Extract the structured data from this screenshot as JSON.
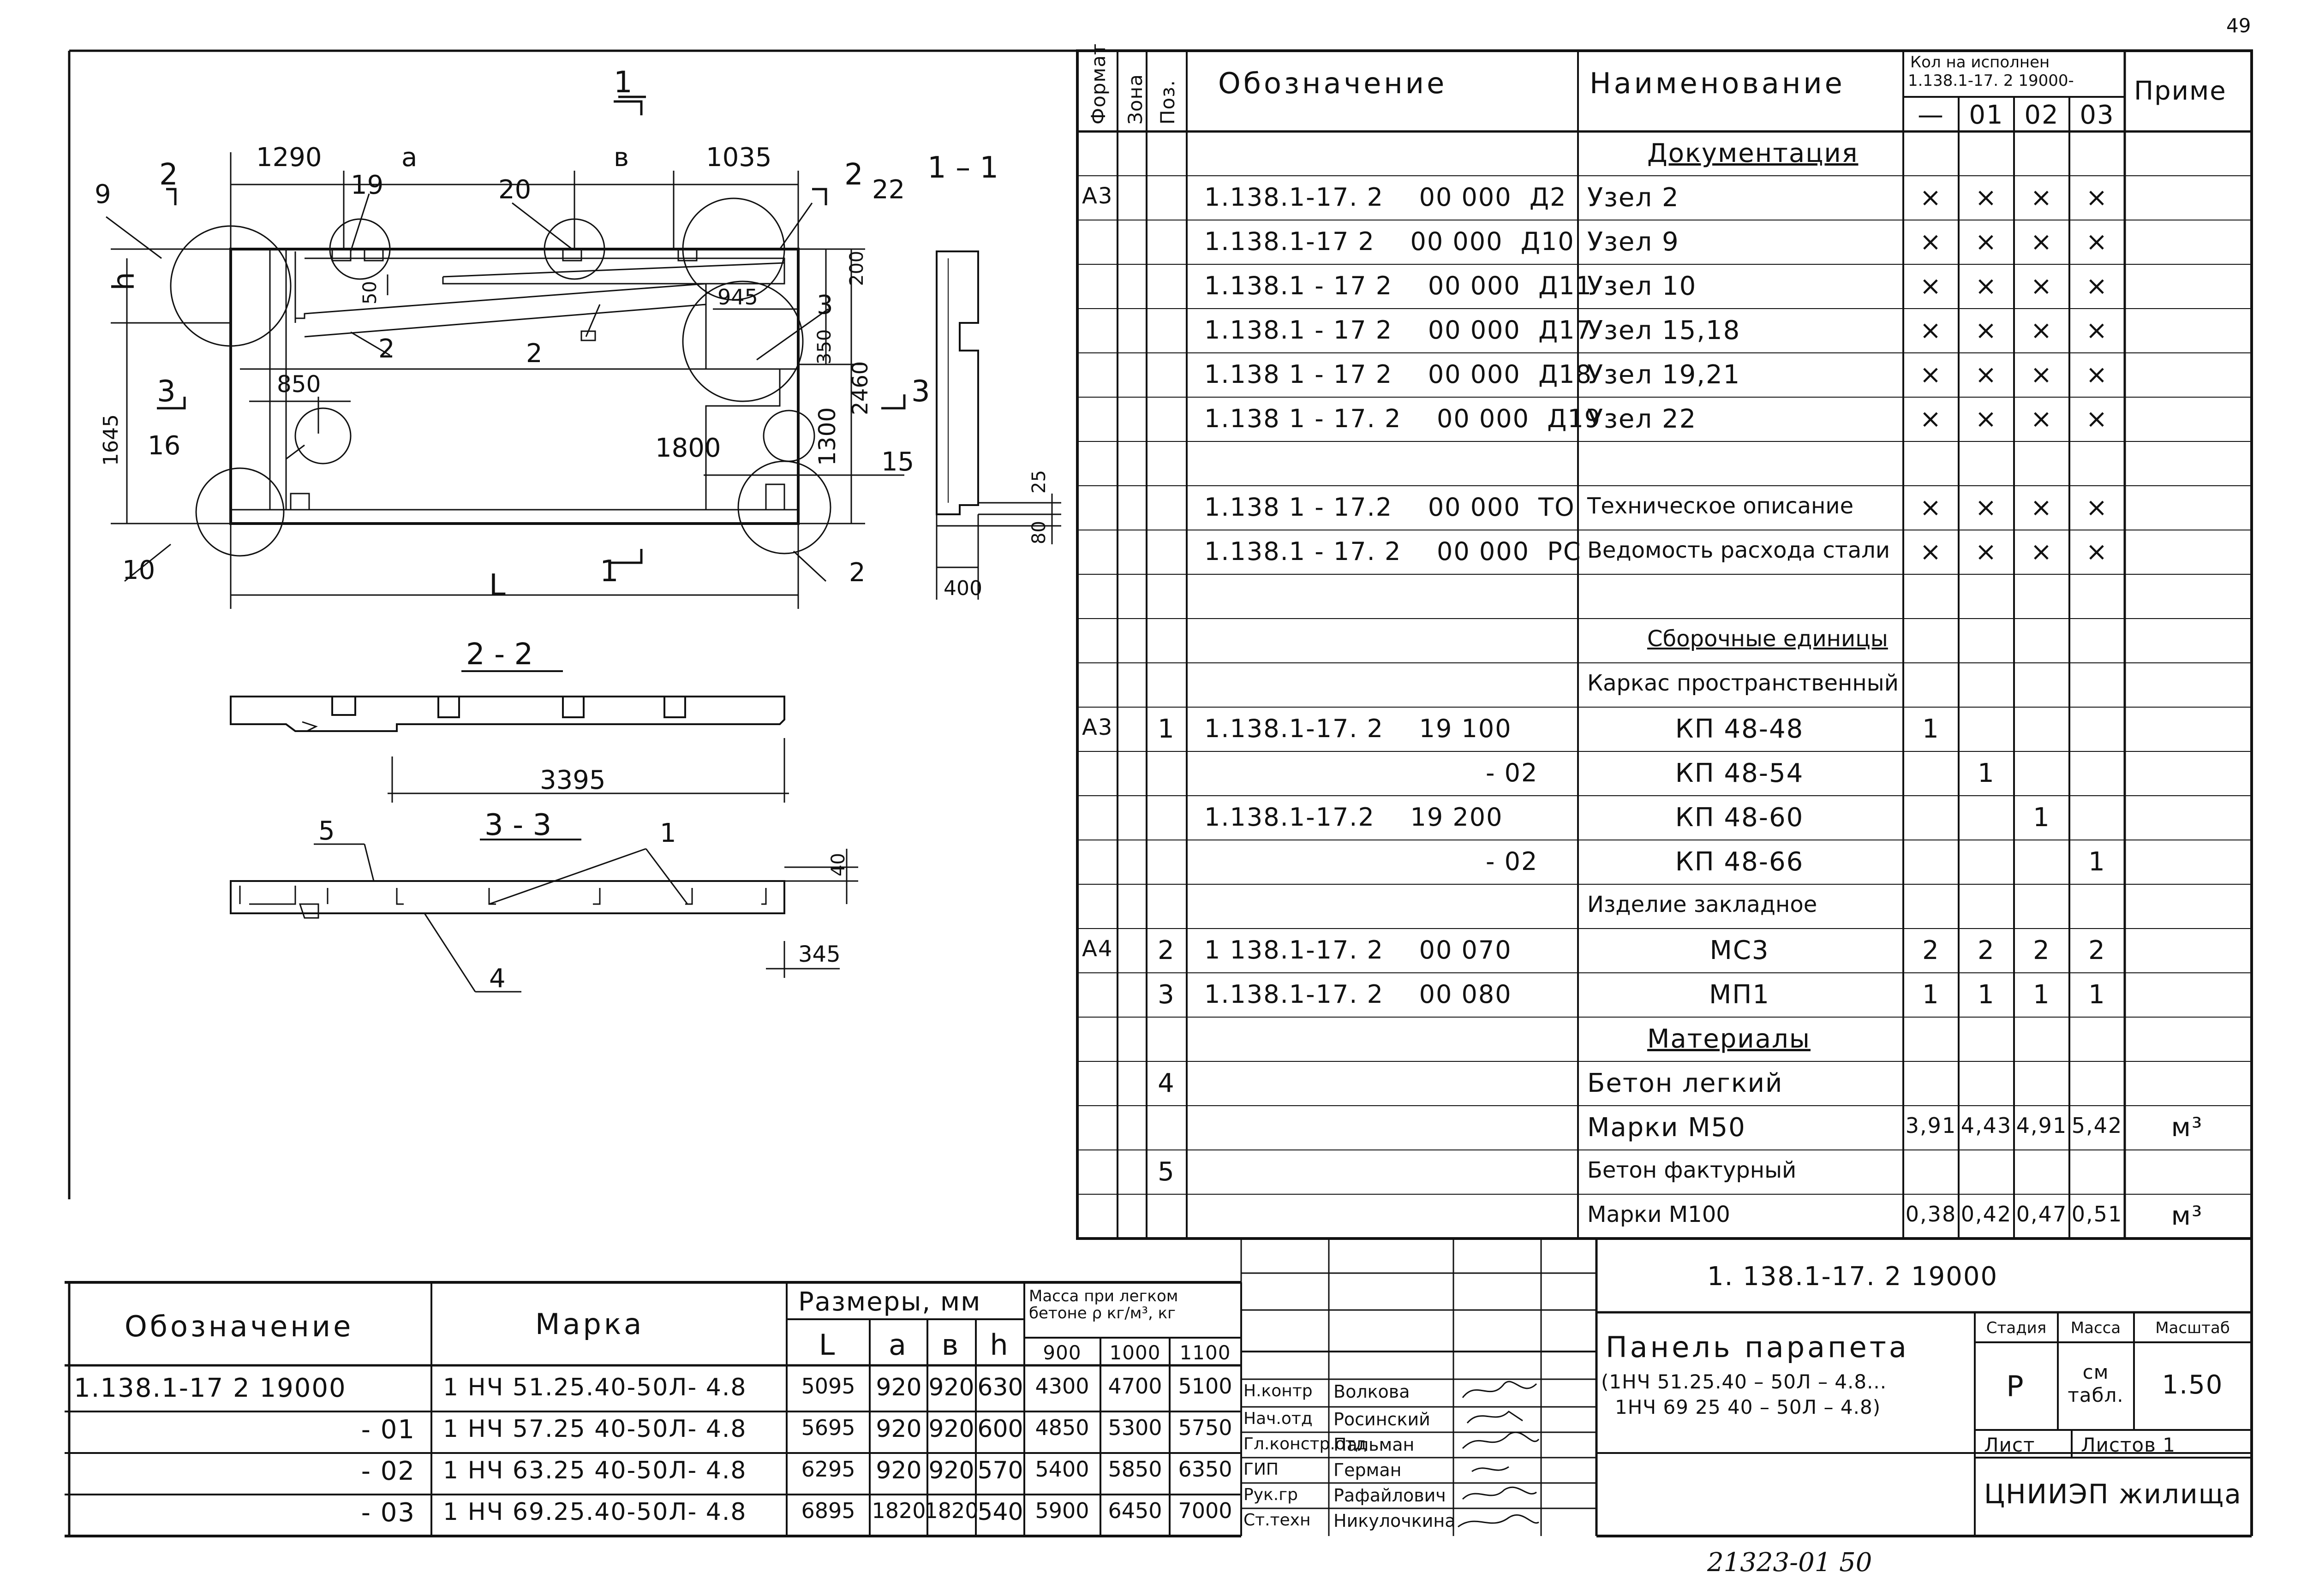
{
  "page_number": "49",
  "drawing": {
    "dims": {
      "d1290": "1290",
      "a": "a",
      "b": "в",
      "d1035": "1035",
      "d945": "945",
      "d200": "200",
      "d50": "50",
      "d850": "850",
      "d350": "350",
      "d1300": "1300",
      "d2460": "2460",
      "d1645": "1645",
      "d1800": "1800",
      "h": "h",
      "L": "L",
      "d25": "25",
      "d80": "80",
      "d400": "400",
      "d3395": "3395",
      "d40": "40",
      "d345": "345"
    },
    "labels": {
      "p1": "1",
      "p2": "2",
      "p3": "3",
      "p4": "4",
      "p5": "5",
      "p9": "9",
      "p10": "10",
      "p15": "15",
      "p16": "16",
      "p19": "19",
      "p20": "20",
      "p22": "22"
    },
    "sections": {
      "s11": "1 – 1",
      "s22": "2 - 2",
      "s33": "3 - 3",
      "cut1": "1",
      "cut2": "2",
      "cut3": "3"
    }
  },
  "spec": {
    "headers": {
      "format": "Формат",
      "zone": "Зона",
      "pos": "Поз.",
      "designation": "Обозначение",
      "name": "Наименование",
      "qty_title_1": "Кол на исполнен",
      "qty_title_2": "1.138.1-17. 2 19000-",
      "note": "Приме",
      "col_dash": "—",
      "col_01": "01",
      "col_02": "02",
      "col_03": "03"
    },
    "rows": [
      {
        "format": "",
        "pos": "",
        "des": "",
        "name": "Документация",
        "c": [
          "",
          "",
          "",
          ""
        ]
      },
      {
        "format": "А3",
        "pos": "",
        "des": "1.138.1-17. 2    00 000  Д2",
        "name": "Узел 2",
        "c": [
          "×",
          "×",
          "×",
          "×"
        ]
      },
      {
        "format": "",
        "pos": "",
        "des": "1.138.1-17 2    00 000  Д10",
        "name": "Узел 9",
        "c": [
          "×",
          "×",
          "×",
          "×"
        ]
      },
      {
        "format": "",
        "pos": "",
        "des": "1.138.1 - 17 2    00 000  Д11",
        "name": "Узел 10",
        "c": [
          "×",
          "×",
          "×",
          "×"
        ]
      },
      {
        "format": "",
        "pos": "",
        "des": "1.138.1 - 17 2    00 000  Д17",
        "name": "Узел 15,18",
        "c": [
          "×",
          "×",
          "×",
          "×"
        ]
      },
      {
        "format": "",
        "pos": "",
        "des": "1.138 1 - 17 2    00 000  Д18",
        "name": "Узел 19,21",
        "c": [
          "×",
          "×",
          "×",
          "×"
        ]
      },
      {
        "format": "",
        "pos": "",
        "des": "1.138 1 - 17. 2    00 000  Д19",
        "name": "Узел 22",
        "c": [
          "×",
          "×",
          "×",
          "×"
        ]
      },
      {
        "format": "",
        "pos": "",
        "des": "",
        "name": "",
        "c": [
          "",
          "",
          "",
          ""
        ]
      },
      {
        "format": "",
        "pos": "",
        "des": "1.138 1 - 17.2    00 000  ТО",
        "name": "Техническое описание",
        "c": [
          "×",
          "×",
          "×",
          "×"
        ]
      },
      {
        "format": "",
        "pos": "",
        "des": "1.138.1 - 17. 2    00 000  РС",
        "name": "Ведомость расхода стали",
        "c": [
          "×",
          "×",
          "×",
          "×"
        ]
      },
      {
        "format": "",
        "pos": "",
        "des": "",
        "name": "",
        "c": [
          "",
          "",
          "",
          ""
        ]
      },
      {
        "format": "",
        "pos": "",
        "des": "",
        "name": "Сборочные единицы",
        "c": [
          "",
          "",
          "",
          ""
        ]
      },
      {
        "format": "",
        "pos": "",
        "des": "",
        "name": "Каркас пространственный",
        "c": [
          "",
          "",
          "",
          ""
        ]
      },
      {
        "format": "А3",
        "pos": "1",
        "des": "1.138.1-17. 2    19 100",
        "name": "КП 48-48",
        "c": [
          "1",
          "",
          "",
          ""
        ]
      },
      {
        "format": "",
        "pos": "",
        "des": "- 02",
        "name": "КП 48-54",
        "c": [
          "",
          "1",
          "",
          ""
        ]
      },
      {
        "format": "",
        "pos": "",
        "des": "1.138.1-17.2    19 200",
        "name": "КП 48-60",
        "c": [
          "",
          "",
          "1",
          ""
        ]
      },
      {
        "format": "",
        "pos": "",
        "des": "- 02",
        "name": "КП 48-66",
        "c": [
          "",
          "",
          "",
          "1"
        ]
      },
      {
        "format": "",
        "pos": "",
        "des": "",
        "name": "Изделие закладное",
        "c": [
          "",
          "",
          "",
          ""
        ]
      },
      {
        "format": "А4",
        "pos": "2",
        "des": "1 138.1-17. 2    00 070",
        "name": "МС3",
        "c": [
          "2",
          "2",
          "2",
          "2"
        ]
      },
      {
        "format": "",
        "pos": "3",
        "des": "1.138.1-17. 2    00 080",
        "name": "МП1",
        "c": [
          "1",
          "1",
          "1",
          "1"
        ]
      },
      {
        "format": "",
        "pos": "",
        "des": "",
        "name": "Материалы",
        "c": [
          "",
          "",
          "",
          ""
        ]
      },
      {
        "format": "",
        "pos": "4",
        "des": "",
        "name": "Бетон  легкий",
        "c": [
          "",
          "",
          "",
          ""
        ]
      },
      {
        "format": "",
        "pos": "",
        "des": "",
        "name": "Марки    М50",
        "c": [
          "3,91",
          "4,43",
          "4,91",
          "5,42"
        ],
        "note": "м³"
      },
      {
        "format": "",
        "pos": "5",
        "des": "",
        "name": "Бетон  фактурный",
        "c": [
          "",
          "",
          "",
          ""
        ]
      },
      {
        "format": "",
        "pos": "",
        "des": "",
        "name": "Марки      М100",
        "c": [
          "0,38",
          "0,42",
          "0,47",
          "0,51"
        ],
        "note": "м³"
      }
    ]
  },
  "marks": {
    "h_designation": "Обозначение",
    "h_mark": "Марка",
    "h_sizes": "Размеры, мм",
    "h_mass": "Масса при легком бетоне ρ кг/м³, кг",
    "h_L": "L",
    "h_a": "a",
    "h_b": "в",
    "h_h": "h",
    "h_900": "900",
    "h_1000": "1000",
    "h_1100": "1100",
    "rows": [
      {
        "des": "1.138.1-17 2   19000",
        "mark": "1 НЧ 51.25.40-50Л- 4.8",
        "L": "5095",
        "a": "920",
        "b": "920",
        "h": "630",
        "m900": "4300",
        "m1000": "4700",
        "m1100": "5100"
      },
      {
        "des": "- 01",
        "mark": "1 НЧ 57.25 40-50Л- 4.8",
        "L": "5695",
        "a": "920",
        "b": "920",
        "h": "600",
        "m900": "4850",
        "m1000": "5300",
        "m1100": "5750"
      },
      {
        "des": "- 02",
        "mark": "1 НЧ 63.25 40-50Л- 4.8",
        "L": "6295",
        "a": "920",
        "b": "920",
        "h": "570",
        "m900": "5400",
        "m1000": "5850",
        "m1100": "6350"
      },
      {
        "des": "- 03",
        "mark": "1 НЧ 69.25.40-50Л- 4.8",
        "L": "6895",
        "a": "1820",
        "b": "1820",
        "h": "540",
        "m900": "5900",
        "m1000": "6450",
        "m1100": "7000"
      }
    ]
  },
  "signatures": [
    {
      "role": "Н.контр",
      "name": "Волкова"
    },
    {
      "role": "Нач.отд",
      "name": "Росинский"
    },
    {
      "role": "Гл.констр.отд",
      "name": "Пальман"
    },
    {
      "role": "ГИП",
      "name": "Герман"
    },
    {
      "role": "Рук.гр",
      "name": "Рафайлович"
    },
    {
      "role": "Ст.техн",
      "name": "Никулочкина"
    }
  ],
  "title_block": {
    "code": "1. 138.1-17. 2   19000",
    "title": "Панель парапета",
    "subtitle1": "(1НЧ 51.25.40 – 50Л – 4.8...",
    "subtitle2": "1НЧ 69 25 40 – 50Л – 4.8)",
    "h_stage": "Стадия",
    "h_mass": "Масса",
    "h_scale": "Масштаб",
    "stage": "Р",
    "mass": "см табл.",
    "scale": "1.50",
    "sheet_label": "Лист",
    "sheets_label": "Листов 1",
    "org": "ЦНИИЭП жилища"
  },
  "footer_note": "21323-01   50"
}
